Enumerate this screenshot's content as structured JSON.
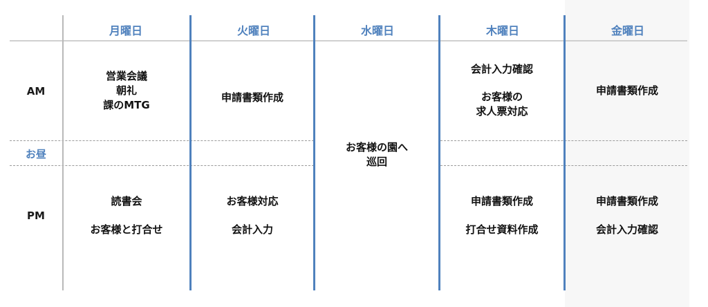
{
  "days": [
    "月曜日",
    "火曜日",
    "水曜日",
    "木曜日",
    "金曜日"
  ],
  "rows": {
    "am": "AM",
    "noon": "お昼",
    "pm": "PM"
  },
  "mon": {
    "am": [
      "営業会議",
      "朝礼",
      "課のMTG"
    ],
    "pm": [
      "読書会",
      "お客様と打合せ"
    ]
  },
  "tue": {
    "am": [
      "申請書類作成"
    ],
    "pm": [
      "お客様対応",
      "会計入力"
    ]
  },
  "wed": {
    "all_day": [
      "お客様の園へ",
      "巡回"
    ]
  },
  "thu": {
    "am": [
      "会計入力確認",
      "お客様の",
      "求人票対応"
    ],
    "pm": [
      "申請書類作成",
      "打合せ資料作成"
    ]
  },
  "fri": {
    "am": [
      "申請書類作成"
    ],
    "pm": [
      "申請書類作成",
      "会計入力確認"
    ]
  }
}
